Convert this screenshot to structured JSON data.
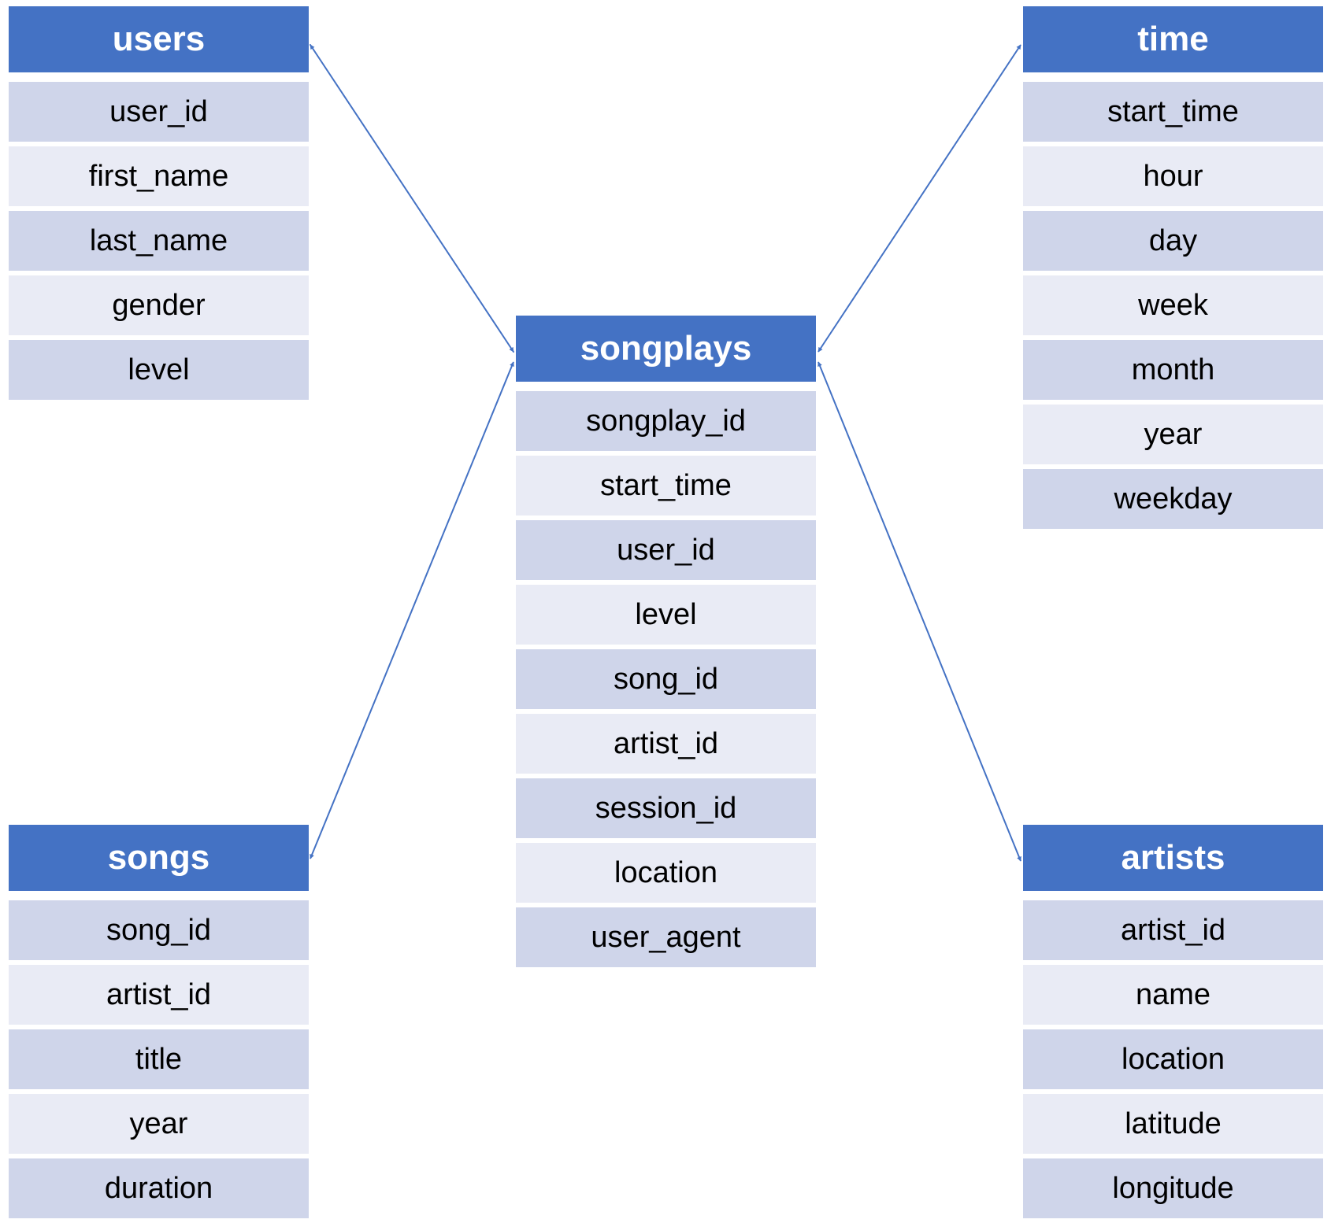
{
  "tables": {
    "users": {
      "name": "users",
      "columns": [
        "user_id",
        "first_name",
        "last_name",
        "gender",
        "level"
      ]
    },
    "time": {
      "name": "time",
      "columns": [
        "start_time",
        "hour",
        "day",
        "week",
        "month",
        "year",
        "weekday"
      ]
    },
    "songplays": {
      "name": "songplays",
      "columns": [
        "songplay_id",
        "start_time",
        "user_id",
        "level",
        "song_id",
        "artist_id",
        "session_id",
        "location",
        "user_agent"
      ]
    },
    "songs": {
      "name": "songs",
      "columns": [
        "song_id",
        "artist_id",
        "title",
        "year",
        "duration"
      ]
    },
    "artists": {
      "name": "artists",
      "columns": [
        "artist_id",
        "name",
        "location",
        "latitude",
        "longitude"
      ]
    }
  },
  "relationships": [
    {
      "from": "users",
      "to": "songplays"
    },
    {
      "from": "time",
      "to": "songplays"
    },
    {
      "from": "songs",
      "to": "songplays"
    },
    {
      "from": "artists",
      "to": "songplays"
    }
  ],
  "colors": {
    "header": "#4472c4",
    "row_dark": "#cfd5ea",
    "row_light": "#e9ebf5",
    "connector": "#4472c4"
  }
}
